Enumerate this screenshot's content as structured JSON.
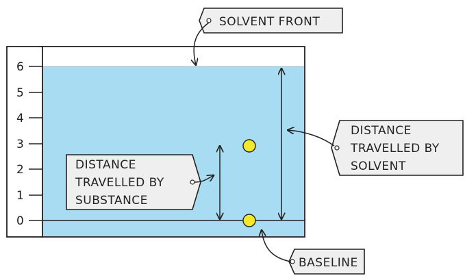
{
  "ruler": {
    "ticks": [
      "0",
      "1",
      "2",
      "3",
      "4",
      "5",
      "6"
    ]
  },
  "labels": {
    "solvent_front": "SOLVENT FRONT",
    "distance_substance": [
      "DISTANCE",
      "TRAVELLED BY",
      "SUBSTANCE"
    ],
    "distance_solvent": [
      "DISTANCE",
      "TRAVELLED BY",
      "SOLVENT"
    ],
    "baseline": "BASELINE"
  },
  "colors": {
    "solvent": "#a8dcf3",
    "spot": "#f3e92c",
    "tag_fill": "#efefef",
    "outline": "#222222"
  },
  "icons": {
    "spot_upper": "yellow-spot",
    "spot_lower": "yellow-spot"
  }
}
